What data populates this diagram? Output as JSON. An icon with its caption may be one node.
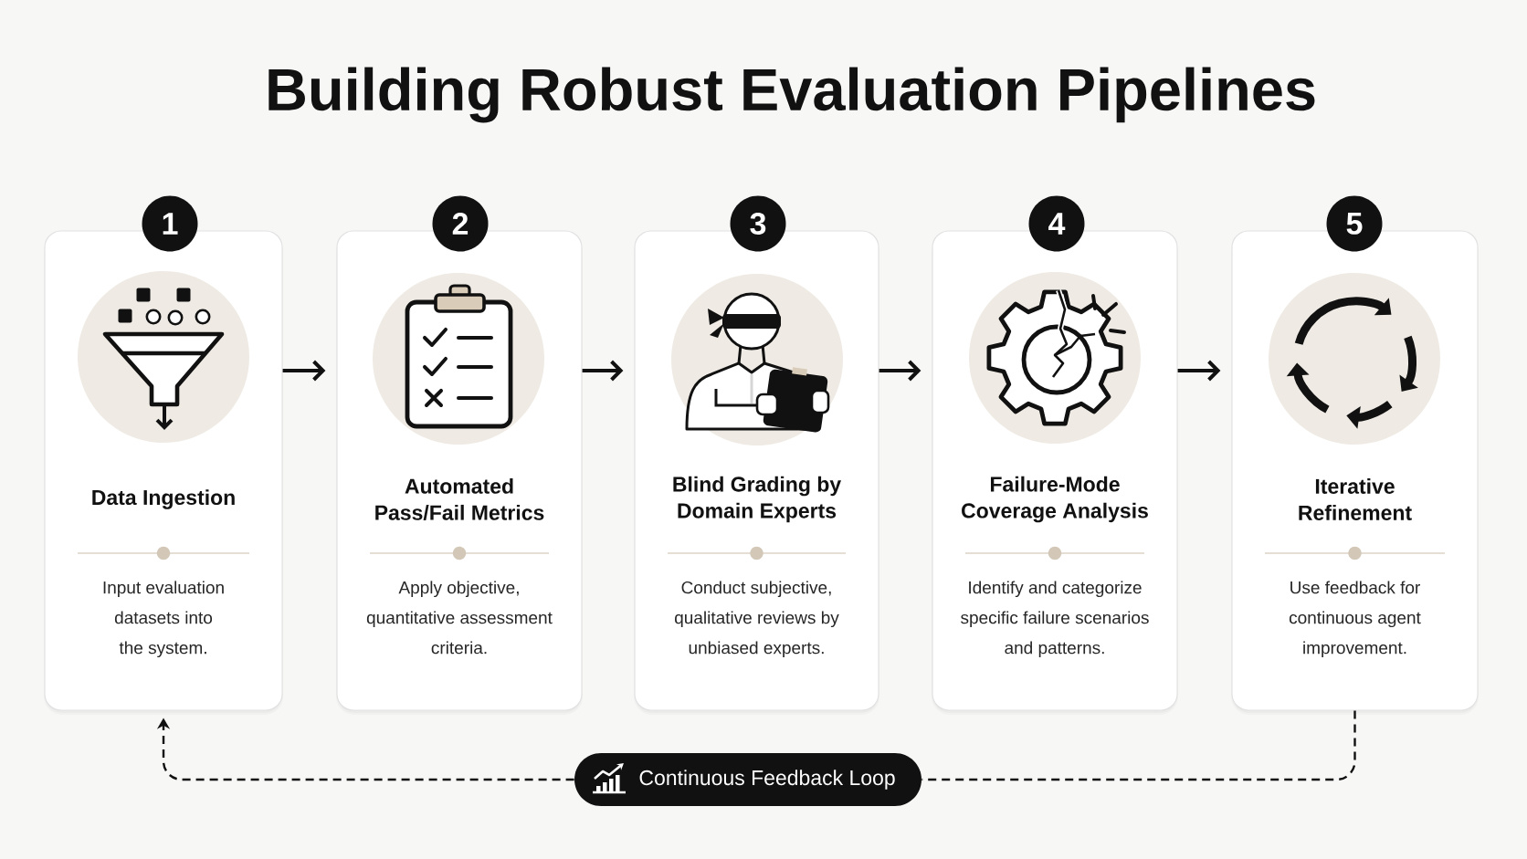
{
  "diagram": {
    "title": "Building Robust Evaluation Pipelines",
    "nodes": [
      {
        "text": [
          "1"
        ]
      },
      {
        "text": [
          "Data Ingestion",
          "Input evaluation datasets into the system."
        ]
      },
      {
        "text": [
          "2"
        ]
      },
      {
        "text": [
          "Automated Pass/Fail Metrics",
          "Apply objective, quantitative assessment criteria."
        ]
      },
      {
        "text": [
          "3"
        ]
      },
      {
        "text": [
          "Blind Grading by Domain Experts",
          "Conduct subjective, qualitative reviews by unbiased experts."
        ]
      },
      {
        "text": [
          "4"
        ]
      },
      {
        "text": [
          "Failure-Mode Coverage Analysis",
          "Identify and categorize specific failure scenarios and patterns."
        ]
      },
      {
        "text": [
          "5"
        ]
      },
      {
        "text": [
          "Iterative Refinement",
          "Use feedback for continuous agent improvement."
        ]
      },
      {
        "text": [
          "Continuous Feedback Loop"
        ]
      }
    ],
    "edges": [
      {
        "from": 1,
        "to": 3,
        "arrow": "to"
      },
      {
        "from": 3,
        "to": 5,
        "arrow": "to"
      },
      {
        "from": 5,
        "to": 7,
        "arrow": "to"
      },
      {
        "from": 7,
        "to": 9,
        "arrow": "to"
      },
      {
        "from": 9,
        "to": 10,
        "arrow": "none",
        "style": "dashed"
      },
      {
        "from": 10,
        "to": 1,
        "arrow": "to",
        "style": "dashed"
      }
    ]
  }
}
